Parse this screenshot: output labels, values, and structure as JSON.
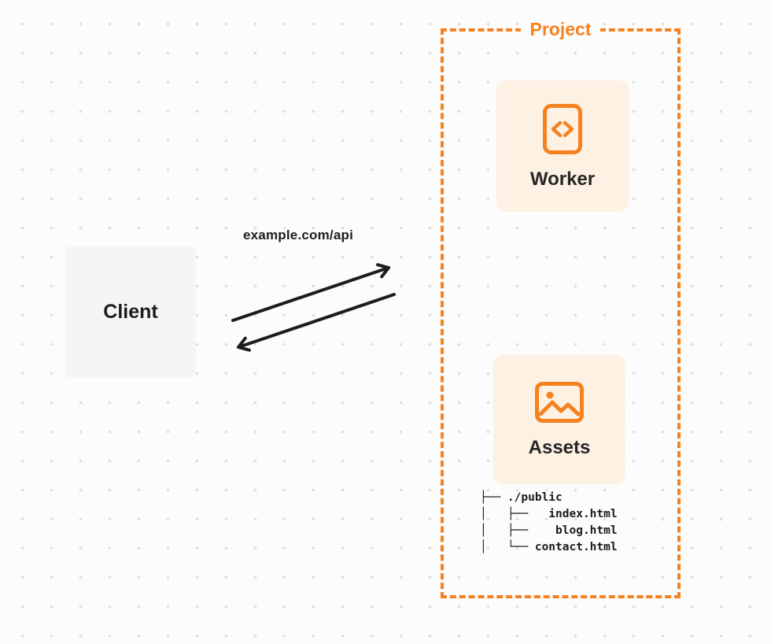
{
  "canvas": {
    "bg": "#FCFCFC",
    "dot_color": "#DEDEDE"
  },
  "client": {
    "label": "Client",
    "bg": "#F5F5F5"
  },
  "flow": {
    "request_label": "example.com/api",
    "arrow_color": "#1D1D1D"
  },
  "project": {
    "label": "Project",
    "accent": "#F6821F",
    "card_bg": "#FDF1E3",
    "nodes": [
      {
        "label": "Worker",
        "icon": "code-icon"
      },
      {
        "label": "Assets",
        "icon": "image-icon"
      }
    ],
    "file_tree": [
      "├── ./public",
      "│   ├──   index.html",
      "│   ├──    blog.html",
      "│   └── contact.html"
    ]
  }
}
